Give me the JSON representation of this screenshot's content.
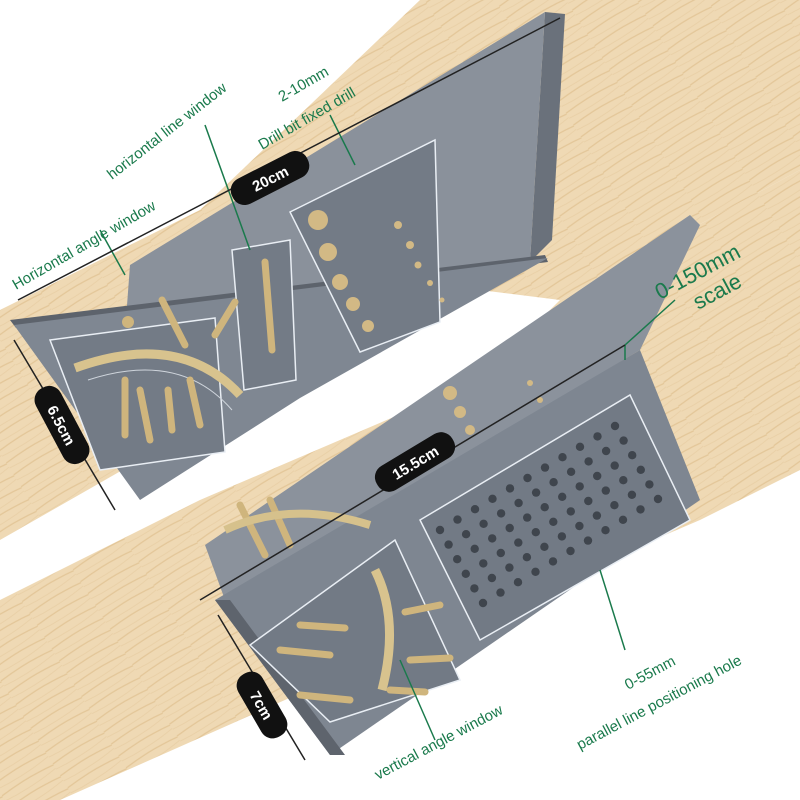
{
  "colors": {
    "wood": "#efd9b4",
    "wood_grain": "#e2c594",
    "tool_gray": "#7f8792",
    "tool_dark": "#646b75",
    "label_green": "#1a7a4c",
    "dim_badge": "#111111"
  },
  "labels": {
    "horizontal_line_window": "horizontal line window",
    "drill_range": "2-10mm",
    "drill_bit": "Drill bit fixed drill",
    "horizontal_angle_window": "Horizontal angle window",
    "scale_range": "0-150mm",
    "scale_word": "scale",
    "vertical_angle_window": "vertical angle window",
    "parallel_range": "0-55mm",
    "parallel_hole": "parallel line positioning hole"
  },
  "dimensions": {
    "width_top": "20cm",
    "height_left": "6.5cm",
    "width_bottom": "15.5cm",
    "height_bottom": "7cm"
  },
  "icons": [
    "dimension-arrow-icon",
    "leader-line-icon"
  ]
}
